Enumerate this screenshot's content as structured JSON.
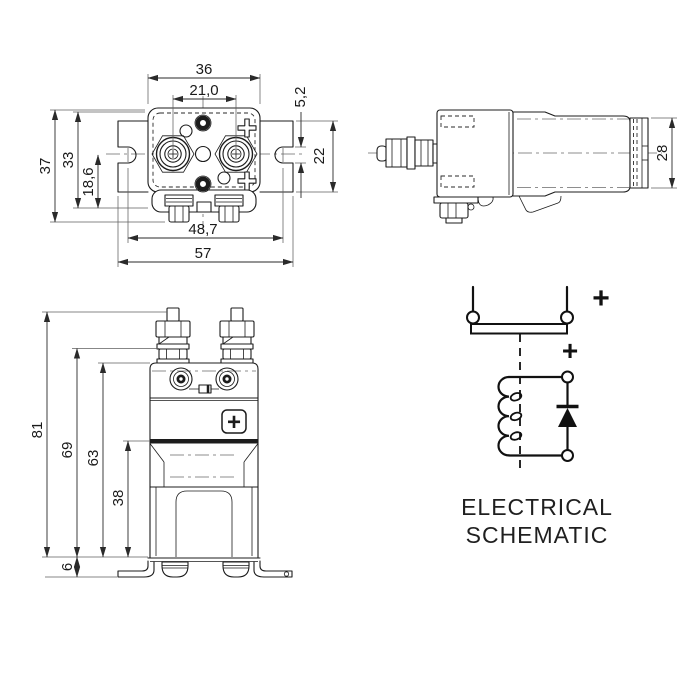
{
  "drawing_title": "contactor-orthographic-views",
  "colors": {
    "line": "#1c1c1c",
    "background": "#ffffff",
    "schematic_line": "#111111"
  },
  "top_view": {
    "dim_overall_width_top": "36",
    "dim_terminal_spacing": "21,0",
    "dim_slot_width": "5,2",
    "dim_tab_height": "22",
    "dim_overall_depth": "37",
    "dim_body_depth": "33",
    "dim_slot_to_front": "18,6",
    "dim_slot_spacing": "48,7",
    "dim_overall_width": "57"
  },
  "side_view": {
    "dim_rear_height": "28"
  },
  "front_view": {
    "dim_overall_height": "81",
    "dim_height_to_terminals": "69",
    "dim_body_height": "63",
    "dim_lower_body_height": "38",
    "dim_bracket_offset": "6",
    "polarity_badge": "+"
  },
  "schematic": {
    "title_line1": "ELECTRICAL",
    "title_line2": "SCHEMATIC",
    "plus_contacts": "+",
    "plus_coil": "+"
  }
}
